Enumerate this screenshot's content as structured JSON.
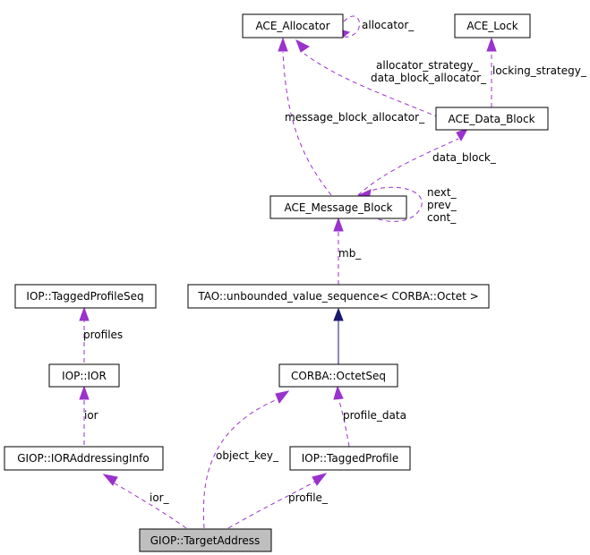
{
  "nodes": {
    "ace_allocator": "ACE_Allocator",
    "ace_lock": "ACE_Lock",
    "ace_data_block": "ACE_Data_Block",
    "ace_message_block": "ACE_Message_Block",
    "tao_sequence": "TAO::unbounded_value_sequence< CORBA::Octet >",
    "tagged_profile_seq": "IOP::TaggedProfileSeq",
    "iop_ior": "IOP::IOR",
    "corba_octetseq": "CORBA::OctetSeq",
    "ior_addressing_info": "GIOP::IORAddressingInfo",
    "iop_tagged_profile": "IOP::TaggedProfile",
    "target_address": "GIOP::TargetAddress"
  },
  "labels": {
    "allocator_self": "allocator_",
    "allocator_strategy": "allocator_strategy_",
    "data_block_allocator": "data_block_allocator_",
    "locking_strategy": "locking_strategy_",
    "message_block_allocator": "message_block_allocator_",
    "data_block": "data_block_",
    "next": "next_",
    "prev": "prev_",
    "cont": "cont_",
    "mb": "mb_",
    "profiles": "profiles",
    "ior": "ior",
    "profile_data": "profile_data",
    "object_key": "object_key_",
    "ior_member": "ior_",
    "profile": "profile_"
  },
  "colors": {
    "member_edge": "#9a32cd",
    "inheritance_edge": "#191970",
    "highlight_fill": "#bfbfbf"
  }
}
